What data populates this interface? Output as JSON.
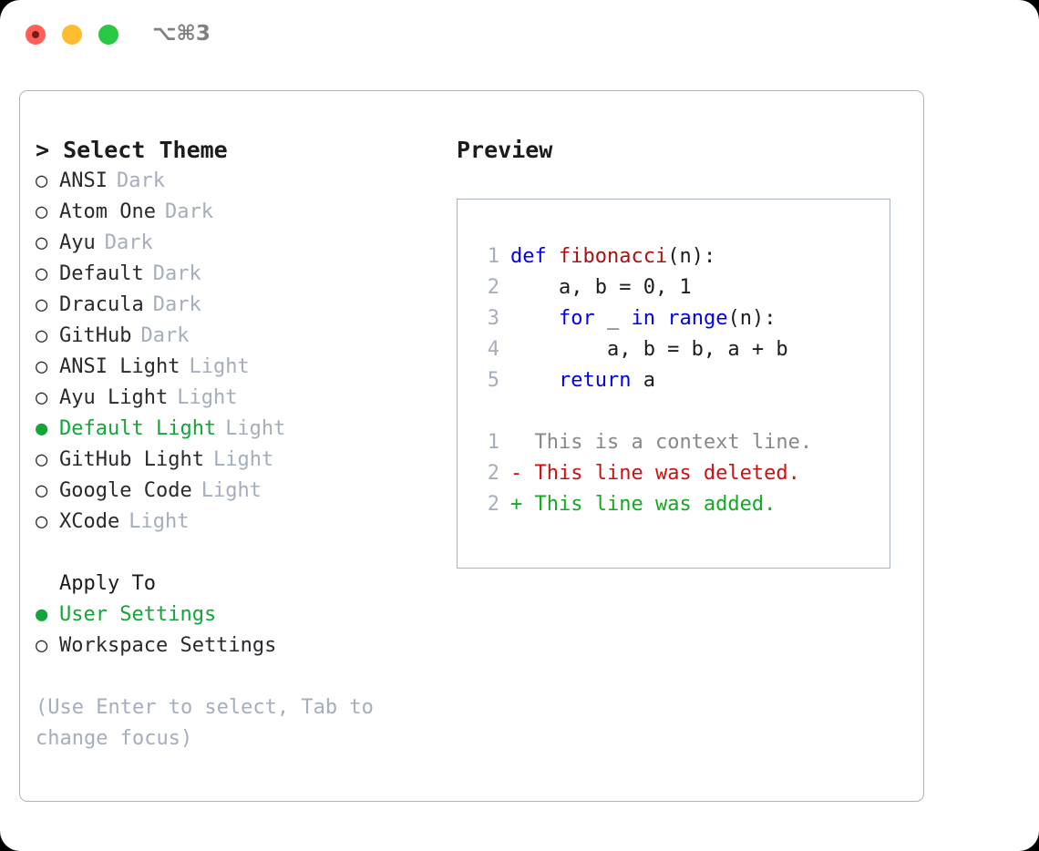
{
  "window": {
    "title": "⌥⌘3",
    "traffic_lights": [
      {
        "name": "close",
        "color": "#ff5f57"
      },
      {
        "name": "minimize",
        "color": "#febc2e"
      },
      {
        "name": "maximize",
        "color": "#28c840"
      }
    ]
  },
  "colors": {
    "accent_green": "#13a538",
    "muted": "#a4aebc",
    "text": "#2a2a2e",
    "border": "#aab4c2",
    "keyword_blue": "#0000ee",
    "function_red": "#aa1111",
    "diff_delete": "#cc1111",
    "diff_add": "#11aa22",
    "context_gray": "#888888"
  },
  "theme_section": {
    "header": "> Select Theme",
    "unselected_marker": "○",
    "selected_marker": "●",
    "items": [
      {
        "name": "ANSI",
        "variant": "Dark",
        "selected": false
      },
      {
        "name": "Atom One",
        "variant": "Dark",
        "selected": false
      },
      {
        "name": "Ayu",
        "variant": "Dark",
        "selected": false
      },
      {
        "name": "Default",
        "variant": "Dark",
        "selected": false
      },
      {
        "name": "Dracula",
        "variant": "Dark",
        "selected": false
      },
      {
        "name": "GitHub",
        "variant": "Dark",
        "selected": false
      },
      {
        "name": "ANSI Light",
        "variant": "Light",
        "selected": false
      },
      {
        "name": "Ayu Light",
        "variant": "Light",
        "selected": false
      },
      {
        "name": "Default Light",
        "variant": "Light",
        "selected": true
      },
      {
        "name": "GitHub Light",
        "variant": "Light",
        "selected": false
      },
      {
        "name": "Google Code",
        "variant": "Light",
        "selected": false
      },
      {
        "name": "XCode",
        "variant": "Light",
        "selected": false
      }
    ]
  },
  "apply_to_section": {
    "header": "Apply To",
    "items": [
      {
        "name": "User Settings",
        "selected": true
      },
      {
        "name": "Workspace Settings",
        "selected": false
      }
    ]
  },
  "hint": "(Use Enter to select, Tab to change focus)",
  "preview": {
    "title": "Preview",
    "code_lines": [
      {
        "no": "1",
        "tokens": [
          {
            "text": "def ",
            "kind": "kw"
          },
          {
            "text": "fibonacci",
            "kind": "fn"
          },
          {
            "text": "(n):",
            "kind": "plain"
          }
        ]
      },
      {
        "no": "2",
        "tokens": [
          {
            "text": "    a, b = 0, 1",
            "kind": "plain"
          }
        ]
      },
      {
        "no": "3",
        "tokens": [
          {
            "text": "    ",
            "kind": "plain"
          },
          {
            "text": "for",
            "kind": "kw"
          },
          {
            "text": " _ ",
            "kind": "plain"
          },
          {
            "text": "in ",
            "kind": "kw"
          },
          {
            "text": "range",
            "kind": "kw"
          },
          {
            "text": "(n):",
            "kind": "plain"
          }
        ]
      },
      {
        "no": "4",
        "tokens": [
          {
            "text": "        a, b = b, a + b",
            "kind": "plain"
          }
        ]
      },
      {
        "no": "5",
        "tokens": [
          {
            "text": "    ",
            "kind": "plain"
          },
          {
            "text": "return",
            "kind": "kw"
          },
          {
            "text": " a",
            "kind": "plain"
          }
        ]
      }
    ],
    "diff_lines": [
      {
        "no": "1",
        "marker": "  ",
        "text": "This is a context line.",
        "kind": "ctx"
      },
      {
        "no": "2",
        "marker": "- ",
        "text": "This line was deleted.",
        "kind": "del"
      },
      {
        "no": "2",
        "marker": "+ ",
        "text": "This line was added.",
        "kind": "add"
      }
    ]
  }
}
